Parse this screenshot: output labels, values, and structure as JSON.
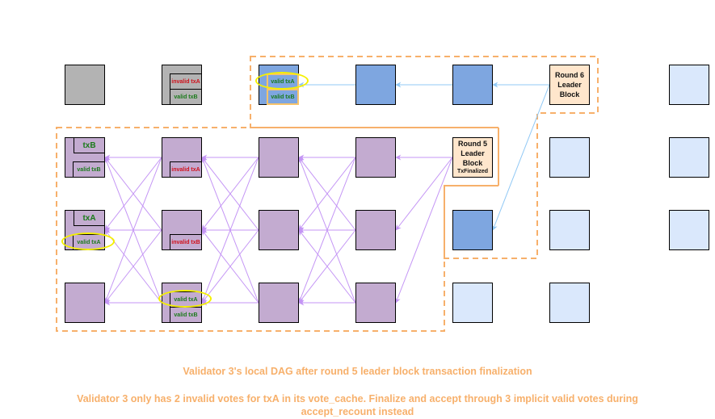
{
  "colors": {
    "gray_block": "#b3b3b3",
    "purple_block": "#c3abd0",
    "blue_block": "#7ea6e0",
    "light_blue_block": "#dae8fc",
    "leader_block": "#ffe6cc",
    "purple_edge": "#c495f5",
    "blue_edge": "#90c8f5",
    "dashed_group": "#f7b06b",
    "caption_text": "#f7b06b",
    "valid_text": "#1a7a1a",
    "invalid_text": "#d0101a",
    "highlight": "#f5f000"
  },
  "blocks": [
    {
      "id": "r1v1",
      "round": 1,
      "validator": 1,
      "fill": "gray",
      "subs": []
    },
    {
      "id": "r2v1",
      "round": 2,
      "validator": 1,
      "fill": "gray",
      "subs": [
        {
          "text": "invalid txA",
          "kind": "invalid"
        },
        {
          "text": "valid txB",
          "kind": "valid"
        }
      ]
    },
    {
      "id": "r3v1",
      "round": 3,
      "validator": 1,
      "fill": "blue",
      "subs": [
        {
          "text": "valid txA",
          "kind": "valid",
          "highlighted": true
        },
        {
          "text": "valid txB",
          "kind": "valid"
        }
      ]
    },
    {
      "id": "r4v1",
      "round": 4,
      "validator": 1,
      "fill": "blue",
      "subs": []
    },
    {
      "id": "r5v1",
      "round": 5,
      "validator": 1,
      "fill": "blue",
      "subs": []
    },
    {
      "id": "r7v1",
      "round": 7,
      "validator": 1,
      "fill": "light_blue",
      "subs": []
    },
    {
      "id": "r1v2",
      "round": 1,
      "validator": 2,
      "fill": "purple",
      "tx_label": "txB",
      "subs": [
        {
          "text": "valid txB",
          "kind": "valid"
        }
      ]
    },
    {
      "id": "r2v2",
      "round": 2,
      "validator": 2,
      "fill": "purple",
      "subs": [
        {
          "text": "invalid txA",
          "kind": "invalid"
        }
      ]
    },
    {
      "id": "r3v2",
      "round": 3,
      "validator": 2,
      "fill": "purple",
      "subs": []
    },
    {
      "id": "r4v2",
      "round": 4,
      "validator": 2,
      "fill": "purple",
      "subs": []
    },
    {
      "id": "r6v2",
      "round": 6,
      "validator": 2,
      "fill": "light_blue",
      "subs": []
    },
    {
      "id": "r7v2",
      "round": 7,
      "validator": 2,
      "fill": "light_blue",
      "subs": []
    },
    {
      "id": "r1v3",
      "round": 1,
      "validator": 3,
      "fill": "purple",
      "tx_label": "txA",
      "subs": [
        {
          "text": "valid txA",
          "kind": "valid",
          "highlighted": true
        }
      ]
    },
    {
      "id": "r2v3",
      "round": 2,
      "validator": 3,
      "fill": "purple",
      "subs": [
        {
          "text": "invalid txB",
          "kind": "invalid"
        }
      ]
    },
    {
      "id": "r3v3",
      "round": 3,
      "validator": 3,
      "fill": "purple",
      "subs": []
    },
    {
      "id": "r4v3",
      "round": 4,
      "validator": 3,
      "fill": "purple",
      "subs": []
    },
    {
      "id": "r5v3",
      "round": 5,
      "validator": 3,
      "fill": "blue",
      "subs": []
    },
    {
      "id": "r6v3",
      "round": 6,
      "validator": 3,
      "fill": "light_blue",
      "subs": []
    },
    {
      "id": "r7v3",
      "round": 7,
      "validator": 3,
      "fill": "light_blue",
      "subs": []
    },
    {
      "id": "r1v4",
      "round": 1,
      "validator": 4,
      "fill": "purple",
      "subs": []
    },
    {
      "id": "r2v4",
      "round": 2,
      "validator": 4,
      "fill": "purple",
      "subs": [
        {
          "text": "valid txA",
          "kind": "valid",
          "highlighted": true
        },
        {
          "text": "valid txB",
          "kind": "valid"
        }
      ]
    },
    {
      "id": "r3v4",
      "round": 3,
      "validator": 4,
      "fill": "purple",
      "subs": []
    },
    {
      "id": "r4v4",
      "round": 4,
      "validator": 4,
      "fill": "purple",
      "subs": []
    },
    {
      "id": "r5v4",
      "round": 5,
      "validator": 4,
      "fill": "light_blue",
      "subs": []
    },
    {
      "id": "r6v4",
      "round": 6,
      "validator": 4,
      "fill": "light_blue",
      "subs": []
    }
  ],
  "leaders": {
    "round5": {
      "lines": [
        "Round 5",
        "Leader",
        "Block"
      ],
      "status": "TxFinalized"
    },
    "round6": {
      "lines": [
        "Round 6",
        "Leader",
        "Block"
      ]
    }
  },
  "edges": {
    "purple": [
      [
        "r2v2",
        "r1v2"
      ],
      [
        "r2v2",
        "r1v3"
      ],
      [
        "r2v2",
        "r1v4"
      ],
      [
        "r2v3",
        "r1v2"
      ],
      [
        "r2v3",
        "r1v3"
      ],
      [
        "r2v3",
        "r1v4"
      ],
      [
        "r2v4",
        "r1v2"
      ],
      [
        "r2v4",
        "r1v3"
      ],
      [
        "r2v4",
        "r1v4"
      ],
      [
        "r3v2",
        "r2v2"
      ],
      [
        "r3v2",
        "r2v3"
      ],
      [
        "r3v2",
        "r2v4"
      ],
      [
        "r3v3",
        "r2v2"
      ],
      [
        "r3v3",
        "r2v3"
      ],
      [
        "r3v3",
        "r2v4"
      ],
      [
        "r3v4",
        "r2v2"
      ],
      [
        "r3v4",
        "r2v3"
      ],
      [
        "r3v4",
        "r2v4"
      ],
      [
        "r4v2",
        "r3v2"
      ],
      [
        "r4v2",
        "r3v3"
      ],
      [
        "r4v2",
        "r3v4"
      ],
      [
        "r4v3",
        "r3v2"
      ],
      [
        "r4v3",
        "r3v3"
      ],
      [
        "r4v3",
        "r3v4"
      ],
      [
        "r4v4",
        "r3v2"
      ],
      [
        "r4v4",
        "r3v3"
      ],
      [
        "r4v4",
        "r3v4"
      ],
      [
        "leader5",
        "r4v2"
      ],
      [
        "leader5",
        "r4v3"
      ],
      [
        "leader5",
        "r4v4"
      ]
    ],
    "blue": [
      [
        "r4v1",
        "r3v1"
      ],
      [
        "r5v1",
        "r4v1"
      ],
      [
        "leader6",
        "r5v1"
      ],
      [
        "leader6",
        "r5v3"
      ]
    ]
  },
  "captions": {
    "title": "Validator 3's local DAG after round 5 leader block transaction finalization",
    "description_line1": "Validator 3 only has 2 invalid votes for txA in its vote_cache. Finalize and accept through 3 implicit valid votes during",
    "description_line2": "accept_recount instead"
  }
}
